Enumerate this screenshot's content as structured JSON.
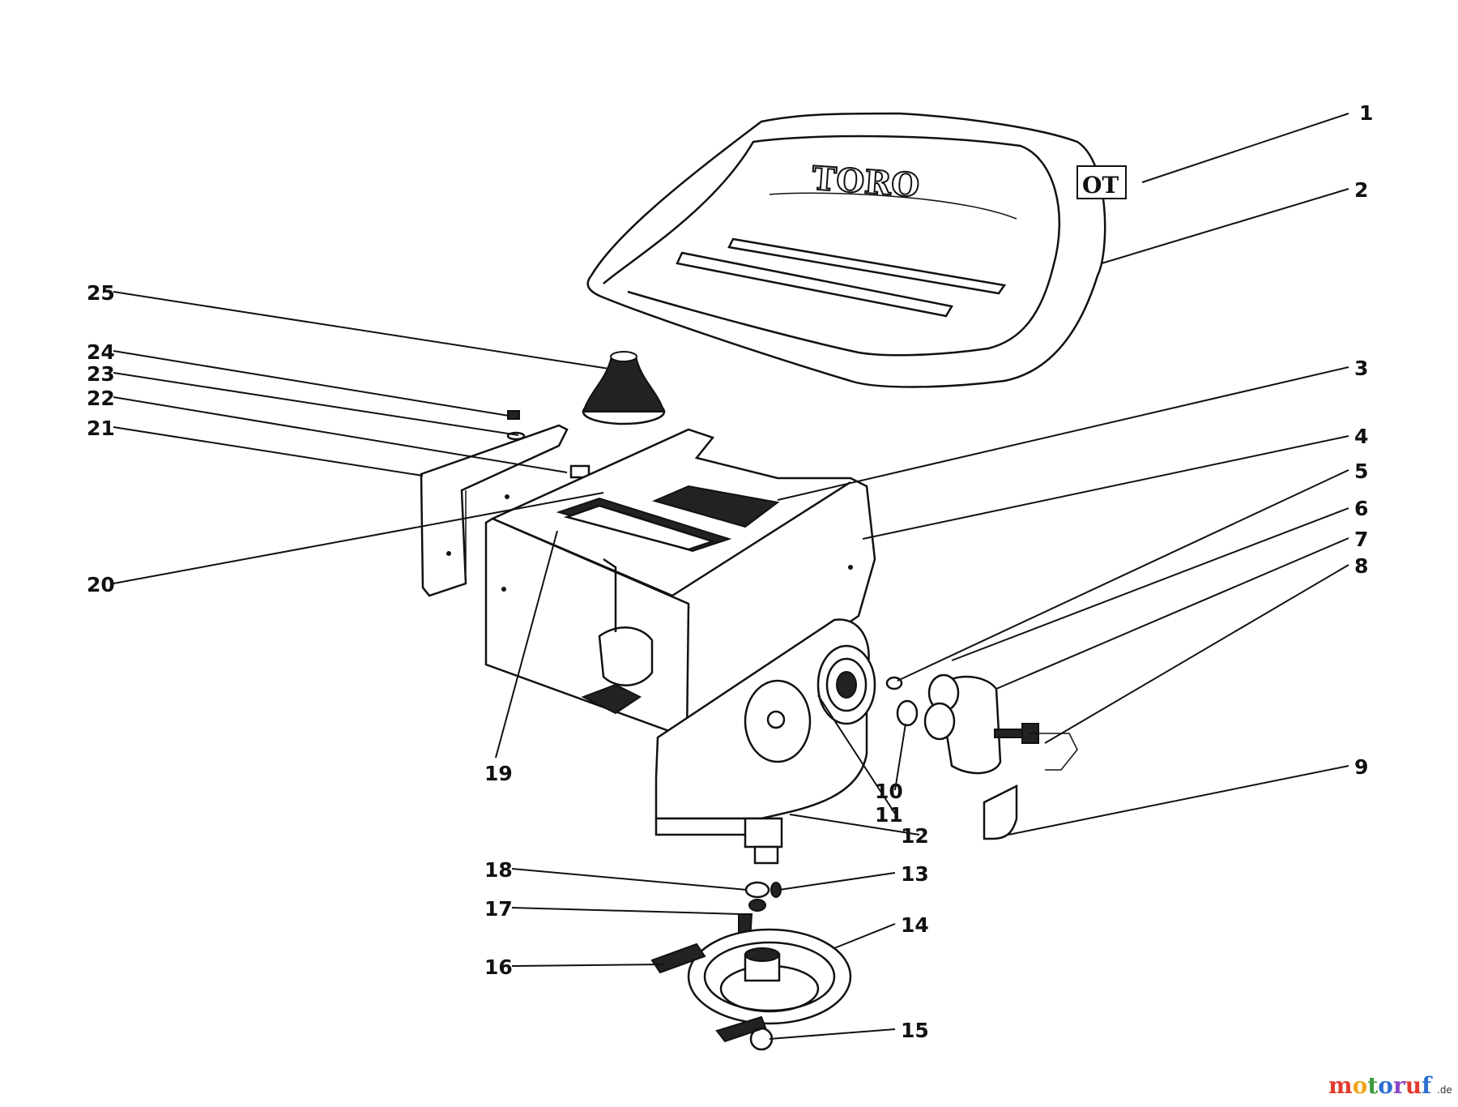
{
  "diagram": {
    "seat_text": "TORO",
    "decal_text": "OT",
    "watermark": {
      "letters": [
        "m",
        "o",
        "t",
        "o",
        "r",
        "u",
        "f"
      ],
      "colors": [
        "#e23b2e",
        "#f2a21a",
        "#3a9b3a",
        "#2d6fd0",
        "#8a43c4",
        "#e23b2e",
        "#2d6fd0"
      ],
      "tld": ".de"
    },
    "callouts": [
      {
        "id": "1",
        "label": "1"
      },
      {
        "id": "2",
        "label": "2"
      },
      {
        "id": "3",
        "label": "3"
      },
      {
        "id": "4",
        "label": "4"
      },
      {
        "id": "5",
        "label": "5"
      },
      {
        "id": "6",
        "label": "6"
      },
      {
        "id": "7",
        "label": "7"
      },
      {
        "id": "8",
        "label": "8"
      },
      {
        "id": "9",
        "label": "9"
      },
      {
        "id": "10",
        "label": "10"
      },
      {
        "id": "11",
        "label": "11"
      },
      {
        "id": "12",
        "label": "12"
      },
      {
        "id": "13",
        "label": "13"
      },
      {
        "id": "14",
        "label": "14"
      },
      {
        "id": "15",
        "label": "15"
      },
      {
        "id": "16",
        "label": "16"
      },
      {
        "id": "17",
        "label": "17"
      },
      {
        "id": "18",
        "label": "18"
      },
      {
        "id": "19",
        "label": "19"
      },
      {
        "id": "20",
        "label": "20"
      },
      {
        "id": "21",
        "label": "21"
      },
      {
        "id": "22",
        "label": "22"
      },
      {
        "id": "23",
        "label": "23"
      },
      {
        "id": "24",
        "label": "24"
      },
      {
        "id": "25",
        "label": "25"
      }
    ]
  }
}
